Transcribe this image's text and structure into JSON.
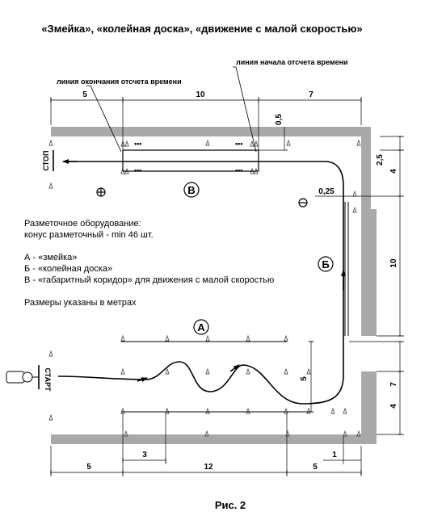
{
  "title": "«Змейка», «колейная доска», «движение с малой скоростью»",
  "caption": "Рис. 2",
  "labels": {
    "start": "СТАРТ",
    "stop": "СТОП",
    "timing_start_line": "линия начала отсчета времени",
    "timing_end_line": "линия окончания отсчета времени"
  },
  "zones": {
    "a": "А",
    "b": "Б",
    "v": "В"
  },
  "legend": {
    "equipment_heading": "Разметочное оборудование:",
    "cones": "конус разметочный - min 46 шт.",
    "items": [
      "А - «змейка»",
      "Б - «колейная доска»",
      "В - «габаритный коридор» для движения с малой скоростью"
    ],
    "units_note": "Размеры указаны в метрах"
  },
  "dimensions": {
    "top_left": "5",
    "top_middle": "10",
    "top_right": "7",
    "top_offset": "0,5",
    "right_upper_a": "2,5",
    "right_upper_b": "4",
    "lane_offset": "0,25",
    "right_middle": "10",
    "right_lower_7": "7",
    "right_lower_4": "4",
    "snake_gap": "5",
    "bottom_left": "5",
    "bottom_3": "3",
    "bottom_12": "12",
    "bottom_5": "5",
    "bottom_1": "1"
  }
}
